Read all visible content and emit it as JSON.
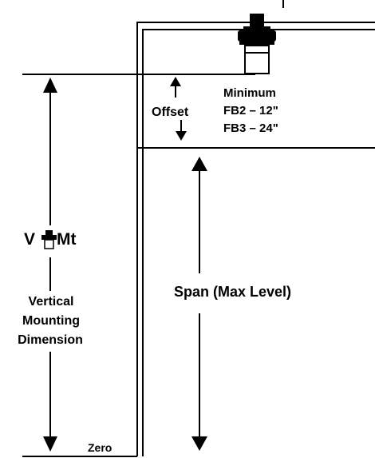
{
  "labels": {
    "offset": "Offset",
    "minimum": "Minimum",
    "fb2": "FB2 – 12\"",
    "fb3": "FB3 – 24\"",
    "vmt_v": "V",
    "vmt_mt": "Mt",
    "vertical": "Vertical",
    "mounting": "Mounting",
    "dimension": "Dimension",
    "span": "Span (Max Level)",
    "zero": "Zero"
  },
  "icons": {
    "transducer": "sensor-transducer-icon",
    "vmt_symbol": "sensor-symbol-icon"
  },
  "colors": {
    "line": "#000000",
    "background": "#ffffff"
  }
}
